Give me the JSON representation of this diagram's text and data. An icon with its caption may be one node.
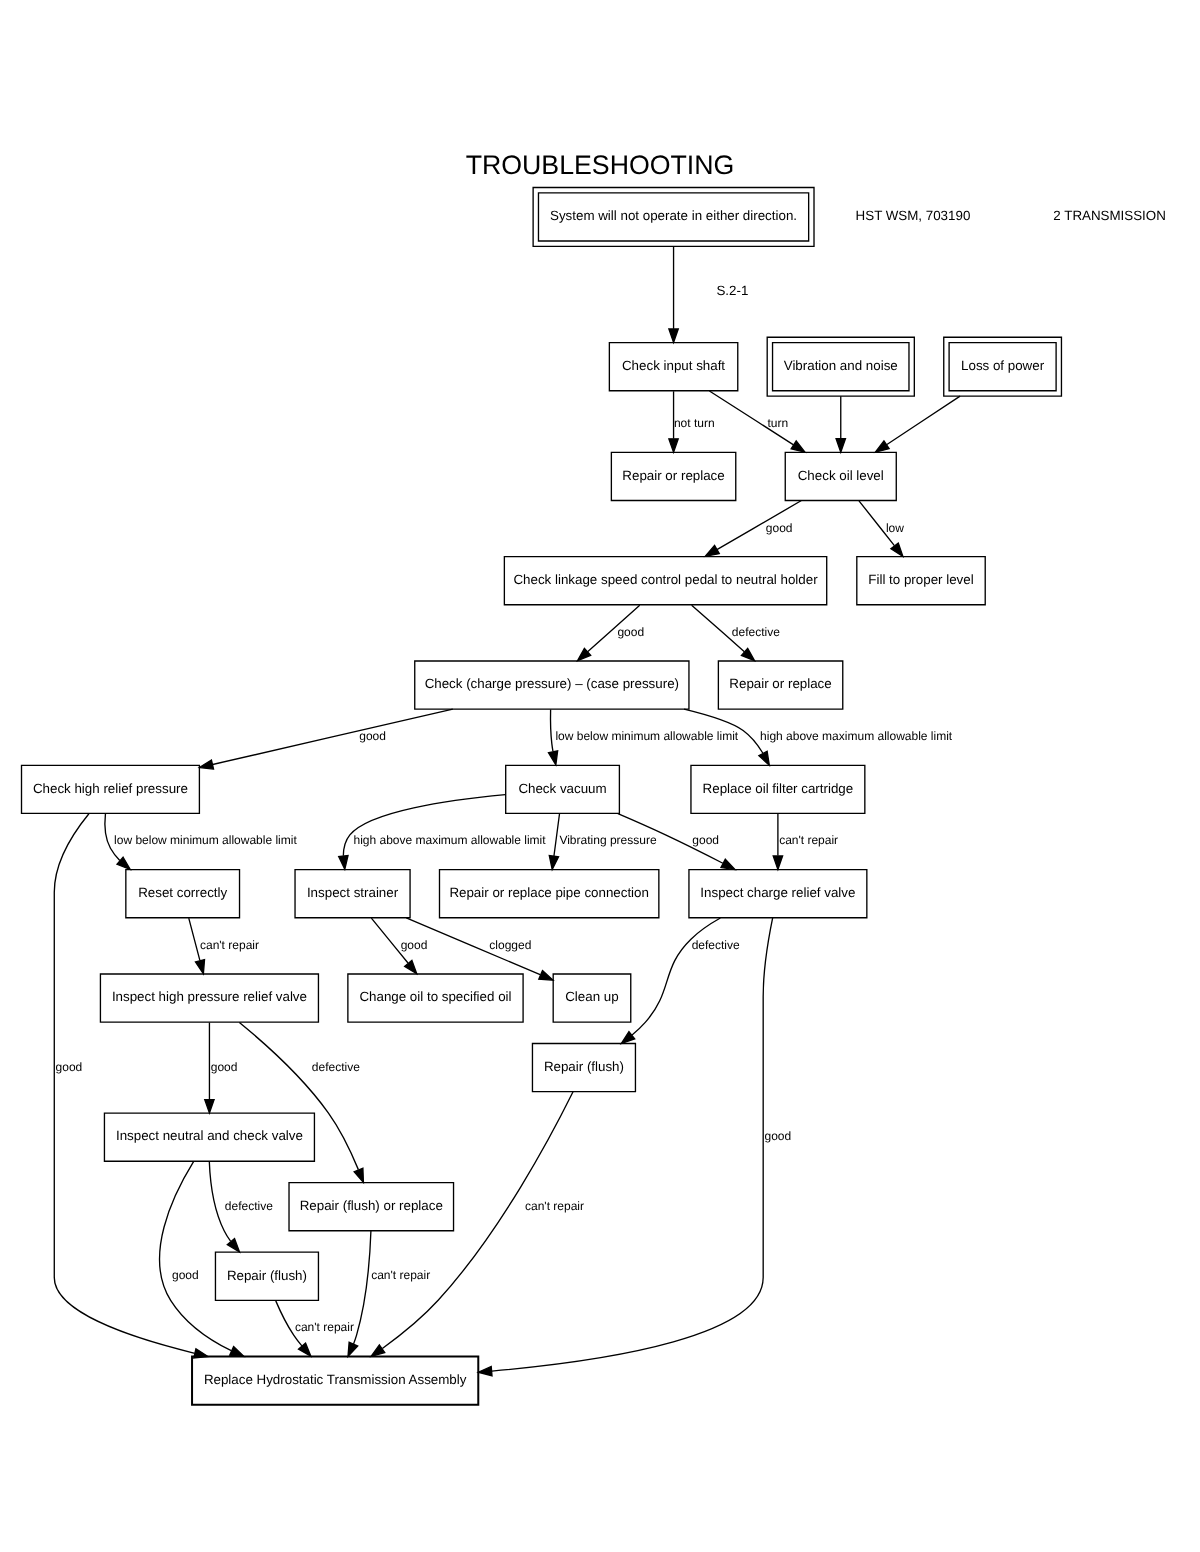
{
  "diagram": {
    "title": "TROUBLESHOOTING",
    "nodes": [
      {
        "text": [
          "System will not operate in either direction."
        ]
      },
      {
        "text": [
          "Vibration and noise"
        ]
      },
      {
        "text": [
          "Loss of power"
        ]
      },
      {
        "text": [
          "Check input shaft"
        ]
      },
      {
        "text": [
          "Check oil level"
        ]
      },
      {
        "text": [
          "Check linkage speed control pedal to neutral holder"
        ]
      },
      {
        "text": [
          "Check (charge pressure) – (case pressure)"
        ]
      },
      {
        "text": [
          "Check high relief pressure"
        ]
      },
      {
        "text": [
          "Repair or replace"
        ]
      },
      {
        "text": [
          "Fill to proper level"
        ]
      },
      {
        "text": [
          "Repair or replace"
        ]
      },
      {
        "text": [
          "Change oil to specified oil"
        ]
      },
      {
        "text": [
          "Inspect strainer"
        ]
      },
      {
        "text": [
          "Check vacuum"
        ]
      },
      {
        "text": [
          "Replace oil filter cartridge"
        ]
      },
      {
        "text": [
          "Clean up"
        ]
      },
      {
        "text": [
          "Repair or replace pipe connection"
        ]
      },
      {
        "text": [
          "Inspect charge relief valve"
        ]
      },
      {
        "text": [
          "Repair (flush)"
        ]
      },
      {
        "text": [
          "Replace Hydrostatic Transmission Assembly"
        ]
      },
      {
        "text": [
          "Inspect neutral and check valve"
        ]
      },
      {
        "text": [
          "Inspect high pressure relief valve"
        ]
      },
      {
        "text": [
          "Reset correctly"
        ]
      },
      {
        "text": [
          "Repair (flush)"
        ]
      },
      {
        "text": [
          "Repair (flush) or replace"
        ]
      }
    ],
    "edges": [
      {
        "from": 0,
        "to": 3,
        "arrow": "to"
      },
      {
        "from": 1,
        "to": 4,
        "arrow": "to"
      },
      {
        "from": 2,
        "to": 4,
        "arrow": "to"
      },
      {
        "from": 3,
        "to": 4,
        "arrow": "to",
        "label": "turn"
      },
      {
        "from": 3,
        "to": 8,
        "arrow": "to",
        "label": "not turn"
      },
      {
        "from": 4,
        "to": 5,
        "arrow": "to",
        "label": "good"
      },
      {
        "from": 4,
        "to": 9,
        "arrow": "to",
        "label": "low"
      },
      {
        "from": 5,
        "to": 6,
        "arrow": "to",
        "label": "good"
      },
      {
        "from": 5,
        "to": 10,
        "arrow": "to",
        "label": "defective"
      },
      {
        "from": 6,
        "to": 7,
        "arrow": "to",
        "label": "good"
      },
      {
        "from": 6,
        "to": 13,
        "arrow": "to",
        "label": "low below minimum allowable limit"
      },
      {
        "from": 6,
        "to": 14,
        "arrow": "to",
        "label": "high above maximum allowable limit"
      },
      {
        "from": 13,
        "to": 12,
        "arrow": "to",
        "label": "high above maximum allowable limit"
      },
      {
        "from": 12,
        "to": 11,
        "arrow": "to",
        "label": "good"
      },
      {
        "from": 12,
        "to": 15,
        "arrow": "to",
        "label": "clogged"
      },
      {
        "from": 13,
        "to": 16,
        "arrow": "to",
        "label": "Vibrating pressure"
      },
      {
        "from": 13,
        "to": 17,
        "arrow": "to",
        "label": "good"
      },
      {
        "from": 14,
        "to": 17,
        "arrow": "to",
        "label": "can't repair"
      },
      {
        "from": 17,
        "to": 18,
        "arrow": "to",
        "label": "defective"
      },
      {
        "from": 17,
        "to": 19,
        "arrow": "to",
        "label": "good"
      },
      {
        "from": 18,
        "to": 19,
        "arrow": "to",
        "label": "can't repair"
      },
      {
        "from": 7,
        "to": 19,
        "arrow": "to",
        "label": "good"
      },
      {
        "from": 7,
        "to": 22,
        "arrow": "to",
        "label": "low below minimum allowable limit"
      },
      {
        "from": 22,
        "to": 21,
        "arrow": "to",
        "label": "can't repair"
      },
      {
        "from": 21,
        "to": 20,
        "arrow": "to",
        "label": "good"
      },
      {
        "from": 20,
        "to": 19,
        "arrow": "to",
        "label": "good"
      },
      {
        "from": 21,
        "to": 24,
        "arrow": "to",
        "label": "defective"
      },
      {
        "from": 20,
        "to": 23,
        "arrow": "to",
        "label": "defective"
      },
      {
        "from": 23,
        "to": 19,
        "arrow": "to",
        "label": "can't repair"
      },
      {
        "from": 24,
        "to": 19,
        "arrow": "to",
        "label": "can't repair"
      }
    ],
    "labels": [
      "HST WSM, 703190",
      "2 TRANSMISSION",
      "S.2-1"
    ]
  }
}
